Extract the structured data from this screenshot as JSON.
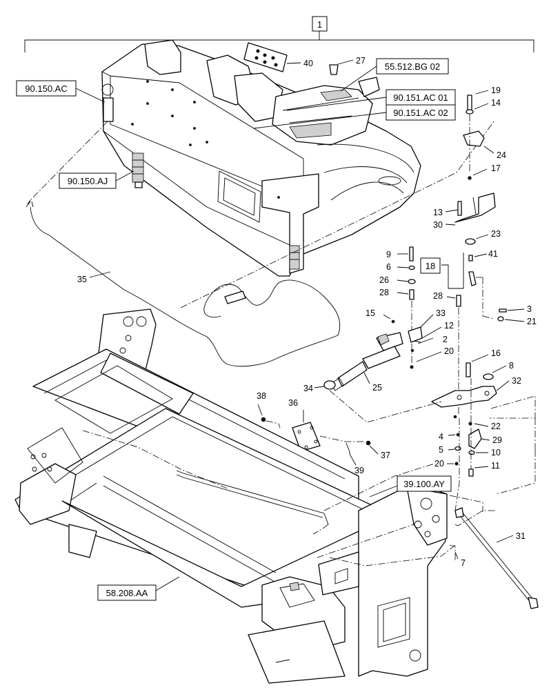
{
  "top_callout": "1",
  "ref_boxes": {
    "ref_90150ac": "90.150.AC",
    "ref_90150aj": "90.150.AJ",
    "ref_55512bg02": "55.512.BG 02",
    "ref_90151ac01": "90.151.AC 01",
    "ref_90151ac02": "90.151.AC 02",
    "ref_39100ay": "39.100.AY",
    "ref_58208aa": "58.208.AA",
    "ref_18": "18"
  },
  "labels": {
    "n40": "40",
    "n27": "27",
    "n19": "19",
    "n14": "14",
    "n24": "24",
    "n17": "17",
    "n13": "13",
    "n30": "30",
    "n23": "23",
    "n9": "9",
    "n6": "6",
    "n26": "26",
    "n28a": "28",
    "n28b": "28",
    "n41": "41",
    "n3": "3",
    "n21": "21",
    "n15": "15",
    "n33": "33",
    "n12": "12",
    "n2": "2",
    "n20a": "20",
    "n35": "35",
    "n16": "16",
    "n8": "8",
    "n32": "32",
    "n34": "34",
    "n25": "25",
    "n38": "38",
    "n36": "36",
    "n22": "22",
    "n29": "29",
    "n4": "4",
    "n5": "5",
    "n10": "10",
    "n20b": "20",
    "n11": "11",
    "n37": "37",
    "n39": "39",
    "n31": "31",
    "n7": "7"
  }
}
